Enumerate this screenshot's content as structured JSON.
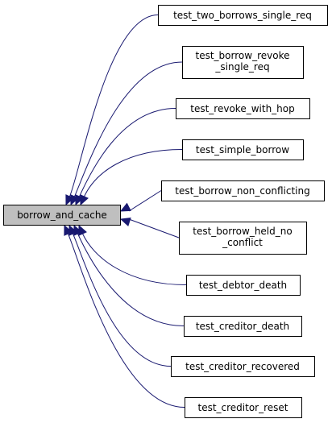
{
  "graph": {
    "root": {
      "label": "borrow_and_cache"
    },
    "callers": [
      {
        "lines": [
          "test_two_borrows_single_req"
        ]
      },
      {
        "lines": [
          "test_borrow_revoke",
          "_single_req"
        ]
      },
      {
        "lines": [
          "test_revoke_with_hop"
        ]
      },
      {
        "lines": [
          "test_simple_borrow"
        ]
      },
      {
        "lines": [
          "test_borrow_non_conflicting"
        ]
      },
      {
        "lines": [
          "test_borrow_held_no",
          "_conflict"
        ]
      },
      {
        "lines": [
          "test_debtor_death"
        ]
      },
      {
        "lines": [
          "test_creditor_death"
        ]
      },
      {
        "lines": [
          "test_creditor_recovered"
        ]
      },
      {
        "lines": [
          "test_creditor_reset"
        ]
      }
    ],
    "colors": {
      "root_fill": "#bfbfbf",
      "node_fill": "#ffffff",
      "border": "#000000",
      "edge": "#191970"
    }
  }
}
